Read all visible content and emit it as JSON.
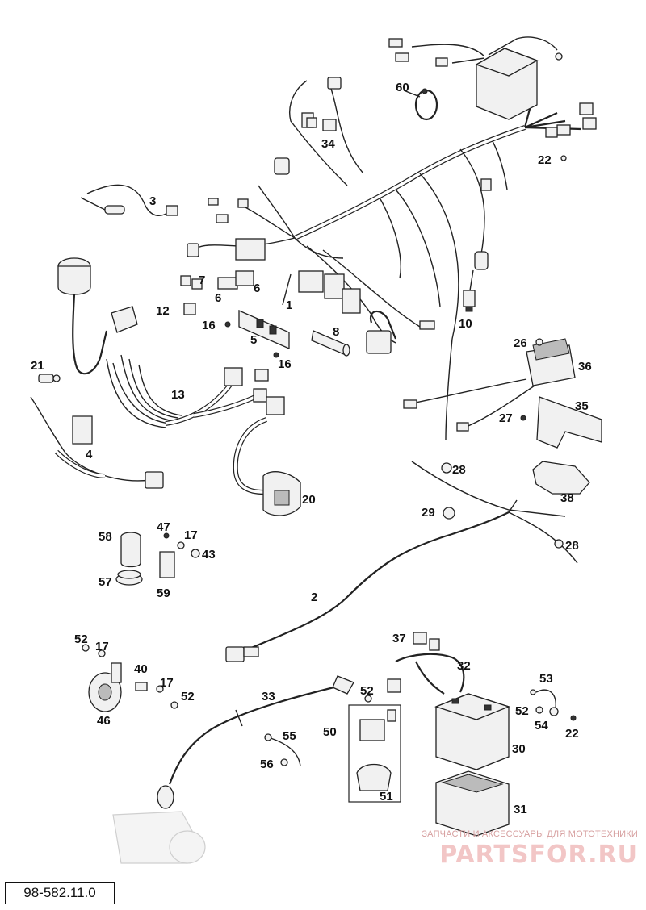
{
  "diagram": {
    "document_number": "98-582.11.0",
    "watermark": {
      "caption": "ЗАПЧАСТИ И АКСЕССУАРЫ ДЛЯ МОТОТЕХНИКИ",
      "logo": "PARTSFOR.RU"
    },
    "callouts": {
      "c1": "1",
      "c2": "2",
      "c3": "3",
      "c4": "4",
      "c5": "5",
      "c6a": "6",
      "c6b": "6",
      "c7": "7",
      "c8": "8",
      "c10": "10",
      "c12": "12",
      "c13": "13",
      "c16a": "16",
      "c16b": "16",
      "c17a": "17",
      "c17b": "17",
      "c17c": "17",
      "c20": "20",
      "c21": "21",
      "c22a": "22",
      "c22b": "22",
      "c26": "26",
      "c27": "27",
      "c28a": "28",
      "c28b": "28",
      "c29": "29",
      "c30": "30",
      "c31": "31",
      "c32": "32",
      "c33": "33",
      "c34": "34",
      "c35": "35",
      "c36": "36",
      "c37": "37",
      "c38": "38",
      "c40": "40",
      "c43": "43",
      "c46": "46",
      "c47": "47",
      "c50": "50",
      "c51": "51",
      "c52a": "52",
      "c52b": "52",
      "c52c": "52",
      "c52d": "52",
      "c53": "53",
      "c54": "54",
      "c55": "55",
      "c56": "56",
      "c57": "57",
      "c58": "58",
      "c59": "59",
      "c60": "60"
    }
  }
}
